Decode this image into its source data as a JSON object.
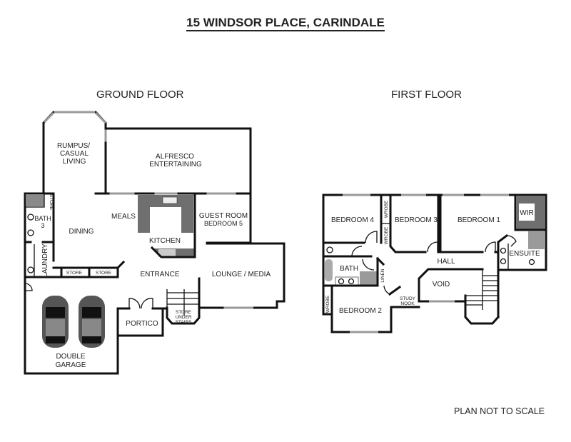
{
  "title": "15 WINDSOR PLACE, CARINDALE",
  "note": "PLAN NOT TO SCALE",
  "ground_floor": {
    "heading": "GROUND FLOOR",
    "rooms": {
      "rumpus": [
        "RUMPUS/",
        "CASUAL",
        "LIVING"
      ],
      "alfresco": [
        "ALFRESCO",
        "ENTERTAINING"
      ],
      "meals": "MEALS",
      "dining": "DINING",
      "bath3": [
        "BATH",
        "3"
      ],
      "store_small": "STORE",
      "laundry": "LAUNDRY",
      "store1": "STORE",
      "store2": "STORE",
      "kitchen": "KITCHEN",
      "guest": [
        "GUEST ROOM",
        "BEDROOM 5"
      ],
      "entrance": "ENTRANCE",
      "lounge": "LOUNGE / MEDIA",
      "portico": "PORTICO",
      "store_under_stairs": [
        "STORE",
        "UNDER",
        "STAIRS"
      ],
      "garage": [
        "DOUBLE",
        "GARAGE"
      ]
    }
  },
  "first_floor": {
    "heading": "FIRST FLOOR",
    "rooms": {
      "bedroom4": "BEDROOM 4",
      "wrobe1": "WROBE",
      "wrobe2": "WROBE",
      "bedroom3": "BEDROOM 3",
      "bedroom1": "BEDROOM 1",
      "wir": "WIR",
      "ensuite": "ENSUITE",
      "hall": "HALL",
      "bath": "BATH",
      "linen": "LINEN",
      "void": "VOID",
      "study_nook": [
        "STUDY",
        "NOOK"
      ],
      "wrobe3": "WROBE",
      "bedroom2": "BEDROOM 2"
    }
  }
}
